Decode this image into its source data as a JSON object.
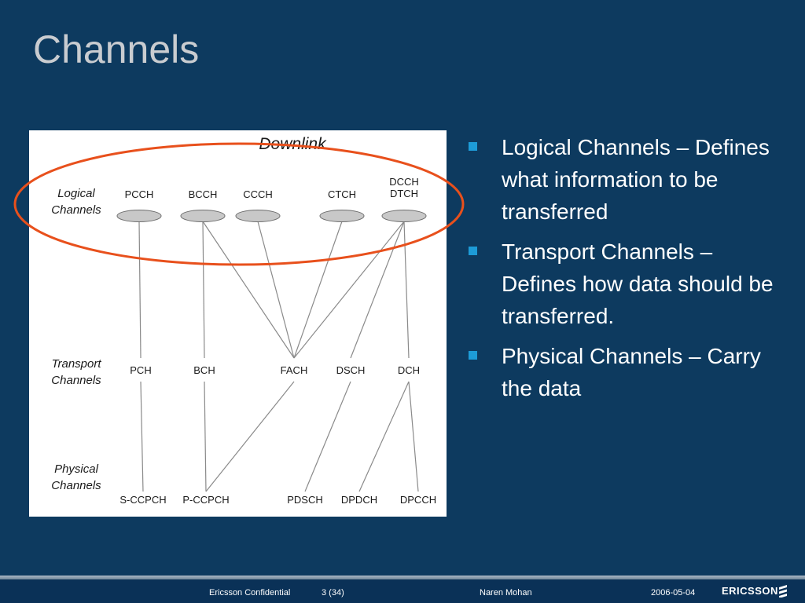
{
  "slide": {
    "title": "Channels"
  },
  "diagram": {
    "heading": "Downlink",
    "rows": [
      {
        "key": "logical",
        "label_line1": "Logical",
        "label_line2": "Channels"
      },
      {
        "key": "transport",
        "label_line1": "Transport",
        "label_line2": "Channels"
      },
      {
        "key": "physical",
        "label_line1": "Physical",
        "label_line2": "Channels"
      }
    ],
    "logical_channels": [
      {
        "id": "pcch",
        "label": "PCCH"
      },
      {
        "id": "bcch",
        "label": "BCCH"
      },
      {
        "id": "ccch",
        "label": "CCCH"
      },
      {
        "id": "ctch",
        "label": "CTCH"
      },
      {
        "id": "dcch-dtch",
        "label": "DCCH",
        "label2": "DTCH"
      }
    ],
    "transport_channels": [
      {
        "id": "pch",
        "label": "PCH"
      },
      {
        "id": "bch",
        "label": "BCH"
      },
      {
        "id": "fach",
        "label": "FACH"
      },
      {
        "id": "dsch",
        "label": "DSCH"
      },
      {
        "id": "dch",
        "label": "DCH"
      }
    ],
    "physical_channels": [
      {
        "id": "s-ccpch",
        "label": "S-CCPCH"
      },
      {
        "id": "p-ccpch",
        "label": "P-CCPCH"
      },
      {
        "id": "pdsch",
        "label": "PDSCH"
      },
      {
        "id": "dpdch",
        "label": "DPDCH"
      },
      {
        "id": "dpcch",
        "label": "DPCCH"
      }
    ],
    "mappings": [
      [
        "pcch",
        "pch"
      ],
      [
        "bcch",
        "bch"
      ],
      [
        "bcch",
        "fach"
      ],
      [
        "ccch",
        "fach"
      ],
      [
        "ctch",
        "fach"
      ],
      [
        "dcch-dtch",
        "fach"
      ],
      [
        "dcch-dtch",
        "dsch"
      ],
      [
        "dcch-dtch",
        "dch"
      ],
      [
        "pch",
        "s-ccpch"
      ],
      [
        "bch",
        "p-ccpch"
      ],
      [
        "fach",
        "p-ccpch"
      ],
      [
        "dsch",
        "pdsch"
      ],
      [
        "dch",
        "dpdch"
      ],
      [
        "dch",
        "dpcch"
      ]
    ],
    "highlight_color": "#e8501c"
  },
  "bullets": [
    {
      "text": "Logical Channels – Defines what information to be transferred"
    },
    {
      "text": "Transport Channels – Defines how data should be transferred."
    },
    {
      "text": "Physical Channels – Carry the data"
    }
  ],
  "footer": {
    "confidential": "Ericsson Confidential",
    "page": "3 (34)",
    "author": "Naren Mohan",
    "date": "2006-05-04",
    "logo": "ERICSSON"
  },
  "colors": {
    "background": "#0d3a5f",
    "accent": "#1d9bd7",
    "title": "#c9ccd0"
  }
}
